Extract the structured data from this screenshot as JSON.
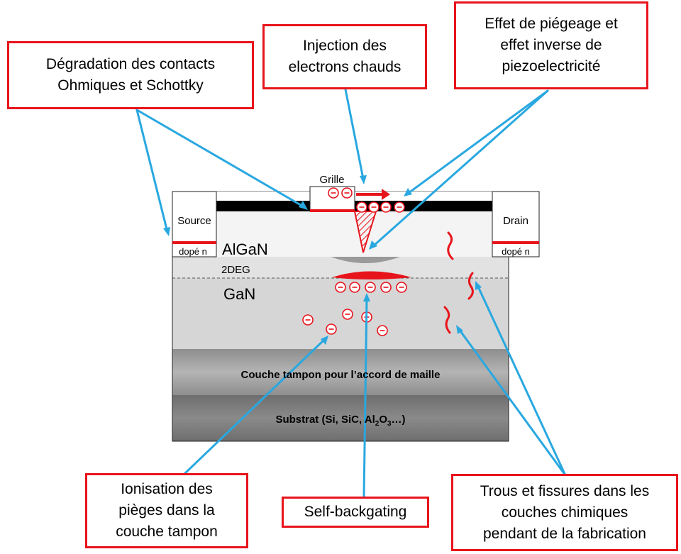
{
  "colors": {
    "accent_red": "#e8141c",
    "arrow_blue": "#29a8e0",
    "algan_layer": "#f4f4f4",
    "gan_layer": "#d6d6d6",
    "buffer_layer": "#a4a4a4",
    "substrate_layer": "#7c7c7c",
    "passivation": "#000000"
  },
  "callouts": {
    "contacts": "Dégradation des contacts\nOhmiques et Schottky",
    "hot_electrons": "Injection des\nelectrons chauds",
    "trapping": "Effet de piégeage et\neffet inverse de\npiezoelectricité",
    "buffer_traps": "Ionisation des\npièges dans la\ncouche tampon",
    "backgating": "Self-backgating",
    "cracks": "Trous et fissures dans les\ncouches chimiques\npendant de la fabrication"
  },
  "device": {
    "source": "Source",
    "drain": "Drain",
    "gate": "Grille",
    "doped_left": "dopé n",
    "doped_right": "dopé n",
    "algan": "AlGaN",
    "twodeg": "2DEG",
    "gan": "GaN",
    "buffer": "Couche tampon pour l’accord de maille",
    "substrate_prefix": "Substrat (Si, SiC, Al",
    "substrate_sub1": "2",
    "substrate_mid": "O",
    "substrate_sub2": "3",
    "substrate_suffix": "…)"
  },
  "icons": {
    "electron": "minus-circle-icon"
  }
}
